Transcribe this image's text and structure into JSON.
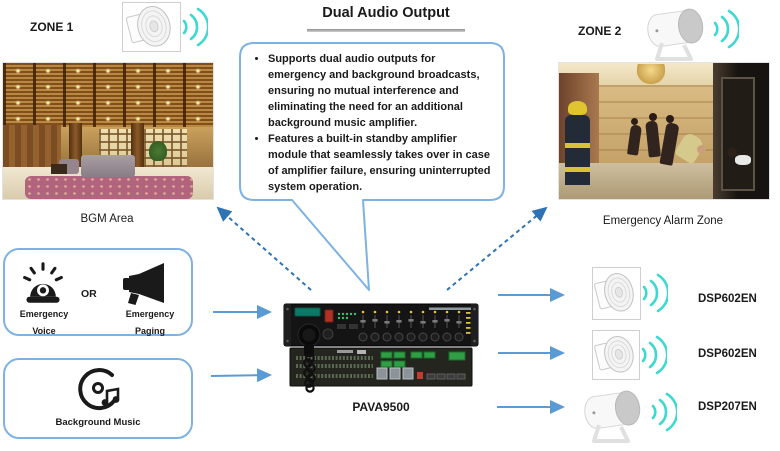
{
  "title": "Dual Audio Output",
  "callout": {
    "bullets": [
      "Supports dual audio outputs for emergency and background broadcasts, ensuring no mutual interference and eliminating the need for an additional background music amplifier.",
      "Features a built-in standby amplifier module that seamlessly takes over in case of amplifier failure, ensuring uninterrupted system operation."
    ]
  },
  "zone1": {
    "label": "ZONE 1",
    "caption": "BGM Area"
  },
  "zone2": {
    "label": "ZONE 2",
    "caption": "Emergency Alarm Zone"
  },
  "sources": {
    "emergency": {
      "or": "OR",
      "voice_line1": "Emergency",
      "voice_line2": "Voice",
      "paging_line1": "Emergency",
      "paging_line2": "Paging"
    },
    "music": {
      "label": "Background Music"
    }
  },
  "controller": {
    "model": "PAVA9500"
  },
  "speakers": [
    {
      "model": "DSP602EN",
      "type": "wall-mount speaker"
    },
    {
      "model": "DSP602EN",
      "type": "wall-mount speaker"
    },
    {
      "model": "DSP207EN",
      "type": "projection speaker"
    }
  ],
  "icons": {
    "siren": "emergency-beacon",
    "megaphone": "paging-horn",
    "cd_music": "background-music-disc",
    "waves": "sound-waves"
  },
  "colors": {
    "solid_arrow": "#5B9BD5",
    "dashed_arrow": "#2E74B5",
    "border_blue": "#7EB2E2",
    "wave_teal": "#3BD9D1",
    "underline_gray": "#A6A6A6"
  }
}
